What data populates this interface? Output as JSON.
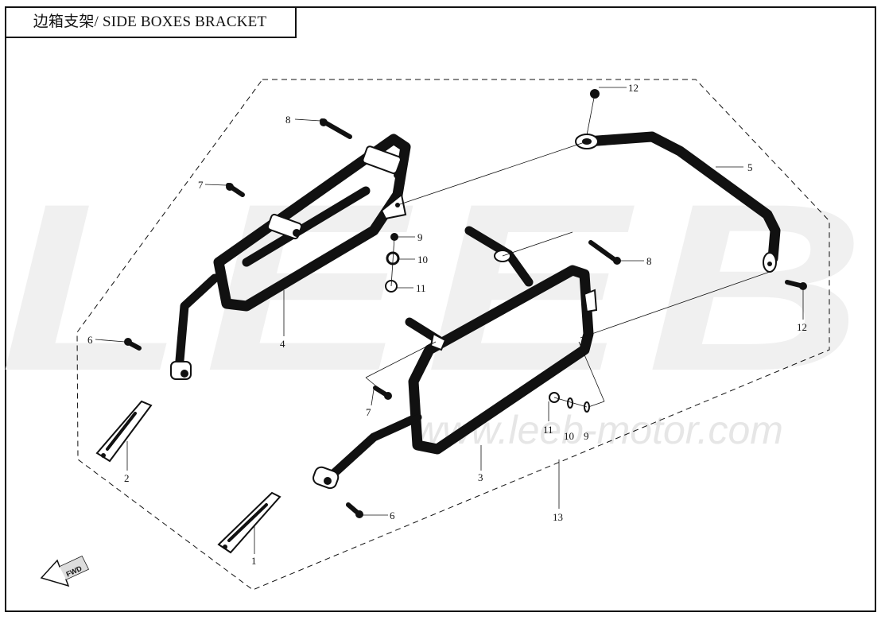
{
  "title": "边箱支架/ SIDE BOXES BRACKET",
  "watermark": {
    "brand": "LEEB",
    "url": "www.leeb-motor.com"
  },
  "direction_arrow_label": "FWD",
  "callouts": [
    {
      "id": "c-8-top",
      "label": "8"
    },
    {
      "id": "c-7-top",
      "label": "7"
    },
    {
      "id": "c-9-top",
      "label": "9"
    },
    {
      "id": "c-10-top",
      "label": "10"
    },
    {
      "id": "c-11-top",
      "label": "11"
    },
    {
      "id": "c-4",
      "label": "4"
    },
    {
      "id": "c-6-left",
      "label": "6"
    },
    {
      "id": "c-12-top",
      "label": "12"
    },
    {
      "id": "c-5",
      "label": "5"
    },
    {
      "id": "c-8-right",
      "label": "8"
    },
    {
      "id": "c-12-right",
      "label": "12"
    },
    {
      "id": "c-7-bottom",
      "label": "7"
    },
    {
      "id": "c-11-bottom",
      "label": "11"
    },
    {
      "id": "c-10-bottom",
      "label": "10"
    },
    {
      "id": "c-9-bottom",
      "label": "9"
    },
    {
      "id": "c-3",
      "label": "3"
    },
    {
      "id": "c-13",
      "label": "13"
    },
    {
      "id": "c-6-bottom",
      "label": "6"
    },
    {
      "id": "c-2",
      "label": "2"
    },
    {
      "id": "c-1",
      "label": "1"
    }
  ],
  "colors": {
    "ink": "#111111",
    "watermark": "#f0f0f0",
    "background": "#ffffff"
  }
}
